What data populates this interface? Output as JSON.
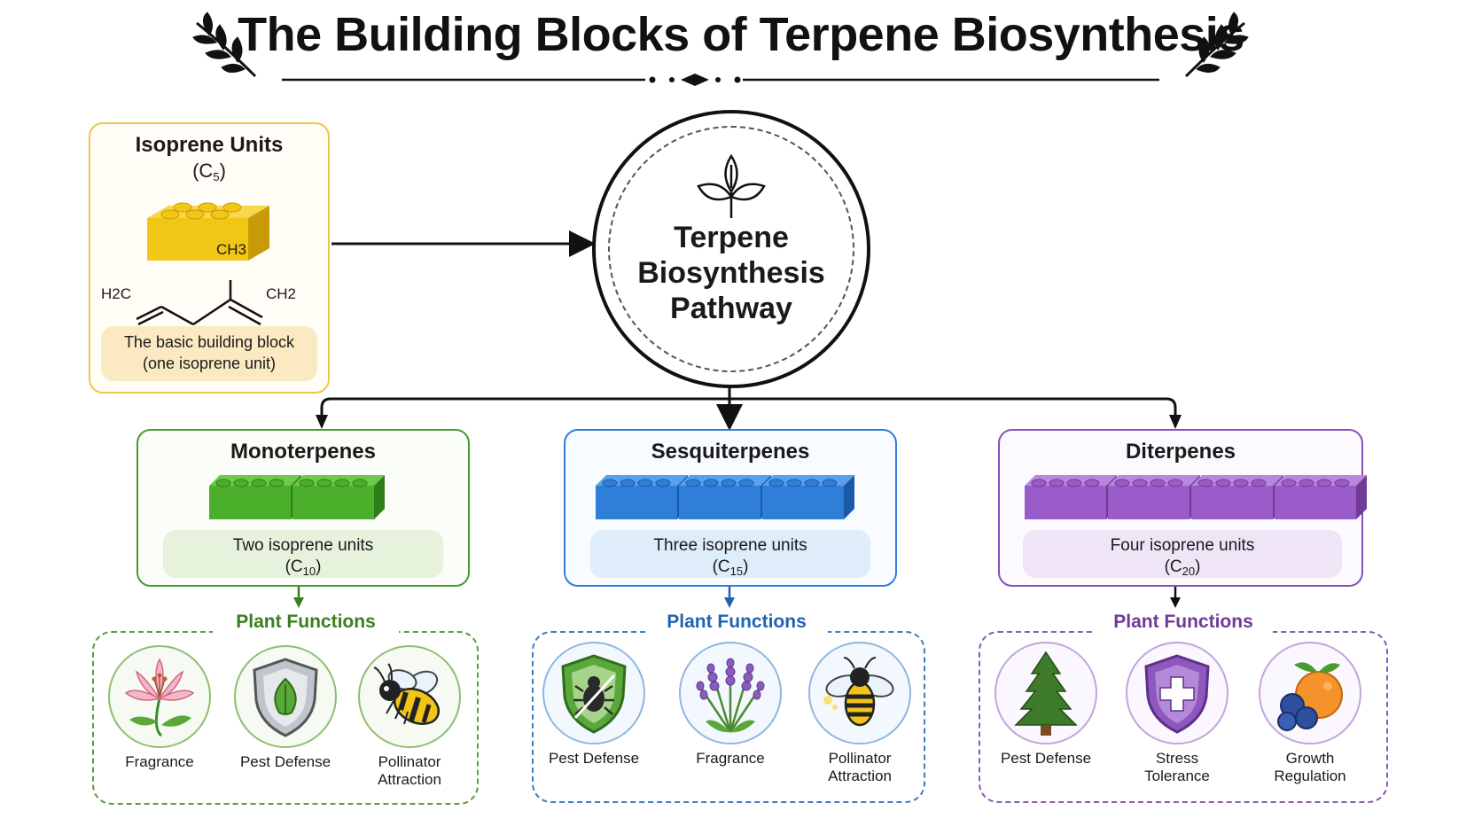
{
  "header": {
    "title": "The Building Blocks of Terpene Biosynthesis"
  },
  "isoprene": {
    "title": "Isoprene Units",
    "formula_c": "(C",
    "formula_n": "5",
    "formula_close": ")",
    "struct_ch3": "CH3",
    "struct_h2c": "H2C",
    "struct_ch2": "CH2",
    "caption_line1": "The basic building block",
    "caption_line2": "(one isoprene unit)"
  },
  "pathway": {
    "line1": "Terpene",
    "line2": "Biosynthesis",
    "line3": "Pathway"
  },
  "classes": [
    {
      "name": "Monoterpenes",
      "units_text": "Two isoprene units",
      "c": "(C",
      "n": "10",
      "close": ")",
      "units": 2,
      "color": "#4caf2c",
      "dark": "#3a7d22",
      "bg": "#eaf4df",
      "functions_title": "Plant Functions",
      "functions": [
        {
          "label1": "Fragrance",
          "label2": "",
          "icon": "lily-flower-icon"
        },
        {
          "label1": "Pest Defense",
          "label2": "",
          "icon": "leaf-shield-icon"
        },
        {
          "label1": "Pollinator",
          "label2": "Attraction",
          "icon": "bee-icon"
        }
      ]
    },
    {
      "name": "Sesquiterpenes",
      "units_text": "Three isoprene units",
      "c": "(C",
      "n": "15",
      "close": ")",
      "units": 3,
      "color": "#2f7ed8",
      "dark": "#1f63b3",
      "bg": "#e2eefb",
      "functions_title": "Plant Functions",
      "functions": [
        {
          "label1": "Pest Defense",
          "label2": "",
          "icon": "bug-shield-icon"
        },
        {
          "label1": "Fragrance",
          "label2": "",
          "icon": "lavender-icon"
        },
        {
          "label1": "Pollinator",
          "label2": "Attraction",
          "icon": "bee-icon"
        }
      ]
    },
    {
      "name": "Diterpenes",
      "units_text": "Four isoprene units",
      "c": "(C",
      "n": "20",
      "close": ")",
      "units": 4,
      "color": "#9a5cc8",
      "dark": "#7b3fa8",
      "bg": "#f1e8f8",
      "functions_title": "Plant Functions",
      "functions": [
        {
          "label1": "Pest Defense",
          "label2": "",
          "icon": "pine-tree-icon"
        },
        {
          "label1": "Stress",
          "label2": "Tolerance",
          "icon": "cross-shield-icon"
        },
        {
          "label1": "Growth",
          "label2": "Regulation",
          "icon": "fruit-icon"
        }
      ]
    }
  ],
  "colors": {
    "isoprene_yellow": "#f2c614",
    "isoprene_border": "#f0c44c",
    "isoprene_bg": "#fdf6df"
  }
}
